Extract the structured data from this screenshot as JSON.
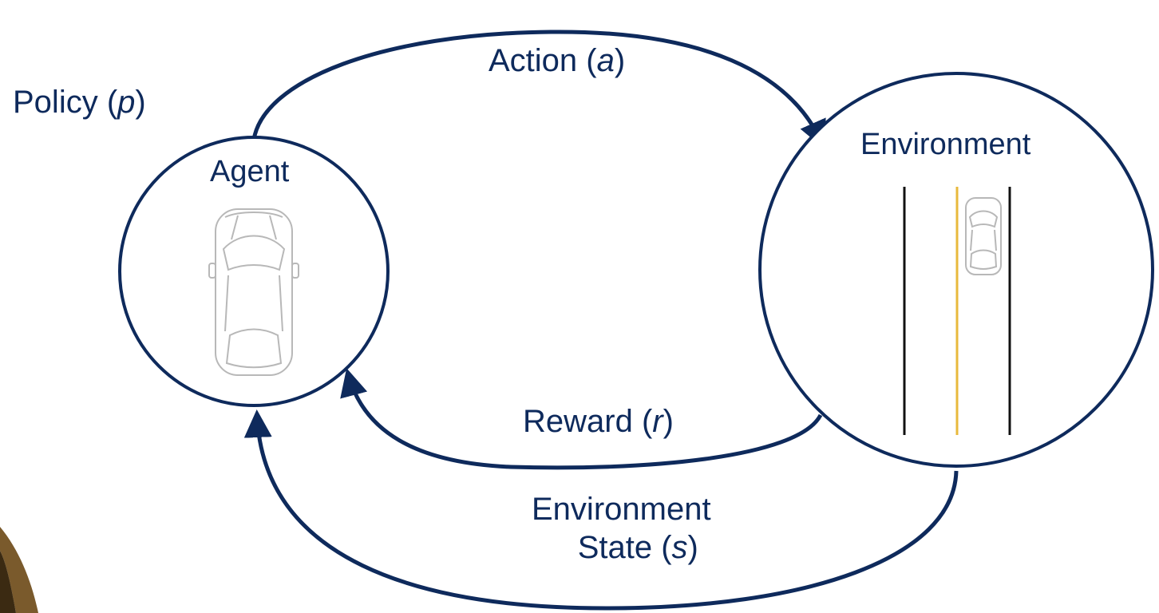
{
  "policy": {
    "text": "Policy (",
    "var": "p",
    "close": ")"
  },
  "action": {
    "text": "Action (",
    "var": "a",
    "close": ")"
  },
  "reward": {
    "text": "Reward (",
    "var": "r",
    "close": ")"
  },
  "state": {
    "line1": "Environment",
    "text": "State (",
    "var": "s",
    "close": ")"
  },
  "agent": {
    "title": "Agent",
    "icon": "car-topview-icon"
  },
  "environment": {
    "title": "Environment",
    "icon": "road-with-car-icon"
  },
  "colors": {
    "stroke": "#0e2a5c",
    "lane_black": "#111111",
    "lane_yellow": "#e8b93c",
    "car_outline": "#b8b8b8"
  }
}
